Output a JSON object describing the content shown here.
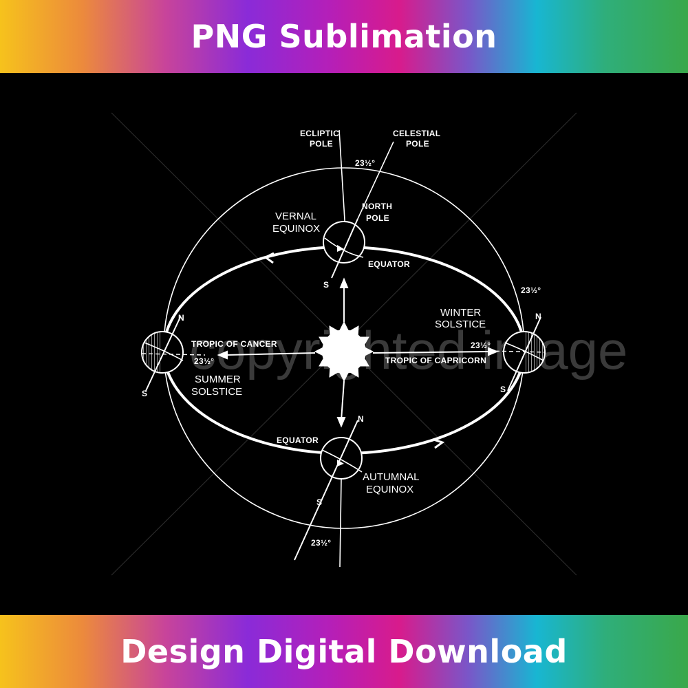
{
  "banner_top": "PNG Sublimation",
  "banner_bottom": "Design Digital Download",
  "watermark": "copyrighted image",
  "labels": {
    "ecliptic_pole": [
      "ECLIPTIC",
      "POLE"
    ],
    "celestial_pole": [
      "CELESTIAL",
      "POLE"
    ],
    "angle_top": "23½°",
    "north_pole": [
      "NORTH",
      "POLE"
    ],
    "vernal_equinox": [
      "VERNAL",
      "EQUINOX"
    ],
    "equator_top": "EQUATOR",
    "angle_right": "23½°",
    "winter_solstice": [
      "WINTER",
      "SOLSTICE"
    ],
    "angle_right_inner": "23½°",
    "tropic_capricorn": "TROPIC OF CAPRICORN",
    "tropic_cancer": "TROPIC OF CANCER",
    "angle_left_inner": "23½°",
    "summer_solstice": [
      "SUMMER",
      "SOLSTICE"
    ],
    "equator_bottom": "EQUATOR",
    "autumnal_equinox": [
      "AUTUMNAL",
      "EQUINOX"
    ],
    "angle_bottom": "23½°",
    "n": "N",
    "s": "S"
  }
}
